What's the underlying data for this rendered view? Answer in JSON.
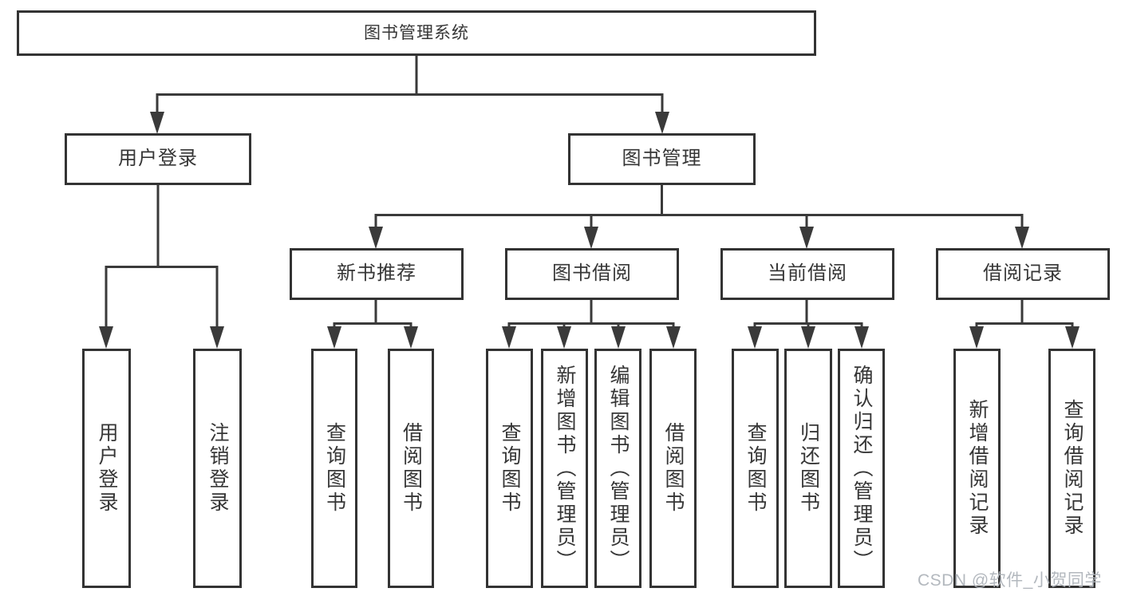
{
  "diagram": {
    "root": {
      "label": "图书管理系统"
    },
    "level2": [
      {
        "id": "user-login",
        "label": "用户登录"
      },
      {
        "id": "book-management",
        "label": "图书管理"
      }
    ],
    "level3": [
      {
        "id": "new-book-recommend",
        "label": "新书推荐"
      },
      {
        "id": "book-borrow",
        "label": "图书借阅"
      },
      {
        "id": "current-borrow",
        "label": "当前借阅"
      },
      {
        "id": "borrow-records",
        "label": "借阅记录"
      }
    ],
    "leaves": {
      "user_login": [
        "用户登录",
        "注销登录"
      ],
      "new_book_recommend": [
        "查询图书",
        "借阅图书"
      ],
      "book_borrow": [
        "查询图书",
        "新增图书（管理员）",
        "编辑图书（管理员）",
        "借阅图书"
      ],
      "current_borrow": [
        "查询图书",
        "归还图书",
        "确认归还（管理员）"
      ],
      "borrow_records": [
        "新增借阅记录",
        "查询借阅记录"
      ]
    }
  },
  "watermark": {
    "text": "CSDN @软件_小贺同学"
  },
  "colors": {
    "line": "#3a3a3a",
    "box_border": "#333333",
    "text": "#363636",
    "background": "#ffffff",
    "watermark": "#afb4bb"
  }
}
